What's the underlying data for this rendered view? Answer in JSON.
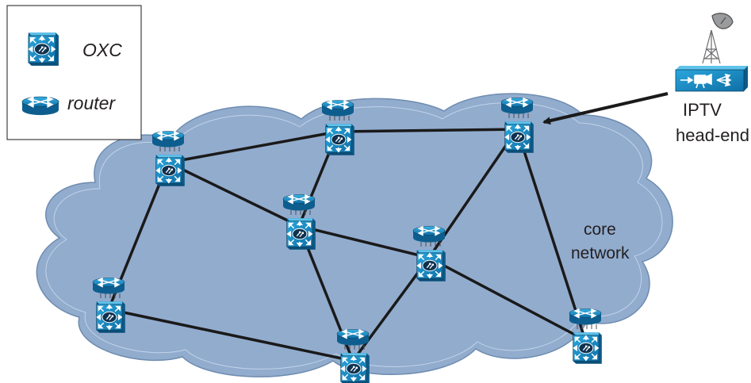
{
  "legend": {
    "oxc_label": "OXC",
    "router_label": "router"
  },
  "cloud_label": {
    "line1": "core",
    "line2": "network"
  },
  "head_end": {
    "line1": "IPTV",
    "line2": "head-end"
  },
  "colors": {
    "cloud_fill": "#92acce",
    "cloud_stroke": "#6e8cb0",
    "device_blue": "#1a8fc6",
    "device_dark": "#0d5e8e",
    "link": "#1a1a1a",
    "text": "#231f20"
  },
  "icons": {
    "oxc": "optical-cross-connect-icon",
    "router": "router-icon",
    "antenna": "satellite-dish-icon",
    "video_server": "video-headend-icon"
  },
  "nodes": [
    {
      "id": "n1"
    },
    {
      "id": "n2"
    },
    {
      "id": "n3"
    },
    {
      "id": "n4"
    },
    {
      "id": "n5"
    },
    {
      "id": "n6"
    },
    {
      "id": "n7"
    },
    {
      "id": "n8"
    },
    {
      "id": "n9"
    }
  ],
  "links": [
    [
      "n1",
      "n2"
    ],
    [
      "n2",
      "n3"
    ],
    [
      "n1",
      "n4"
    ],
    [
      "n1",
      "n5"
    ],
    [
      "n2",
      "n4"
    ],
    [
      "n4",
      "n6"
    ],
    [
      "n4",
      "n7"
    ],
    [
      "n3",
      "n6"
    ],
    [
      "n3",
      "n8"
    ],
    [
      "n5",
      "n7"
    ],
    [
      "n6",
      "n7"
    ],
    [
      "n6",
      "n8"
    ]
  ]
}
